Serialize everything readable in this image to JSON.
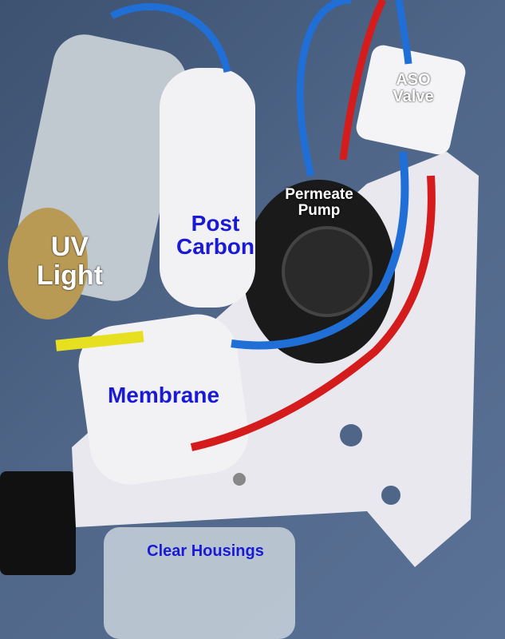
{
  "labels": {
    "uv_light": "UV Light",
    "post_carbon": "Post Carbon",
    "permeate_pump": "Permeate Pump",
    "aso_valve": "ASO Valve",
    "membrane": "Membrane",
    "clear_housings": "Clear Housings"
  },
  "colors": {
    "background": "#4f6688",
    "bracket": "#e8e8ee",
    "blue_tube": "#1f6fd6",
    "red_tube": "#d41c1c",
    "pump": "#1a1a1a",
    "label_blue": "#1a1ad6"
  }
}
